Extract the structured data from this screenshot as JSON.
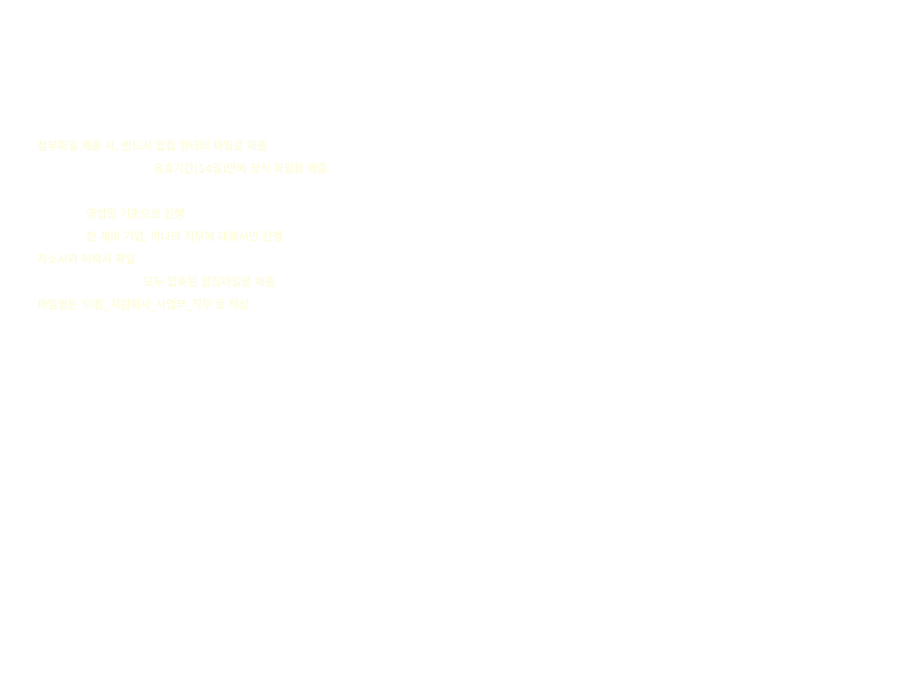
{
  "notice": {
    "text_color": "#fdfbd0",
    "lines": [
      "첨부파일 제출 시, 반드시 압접 형태의 파일로 제출",
      "유효기간(14일)안에 정식 파일을 제출",
      "영업일 기준으로 진행",
      "한 개의 기업, 하나의 직무에 대해서만 진행",
      "자소서와 이력서 파일",
      "모두 압축된 알집파일을 제출",
      "파일명은 '이름_지원회사_사업부_직무'로 작성"
    ]
  }
}
